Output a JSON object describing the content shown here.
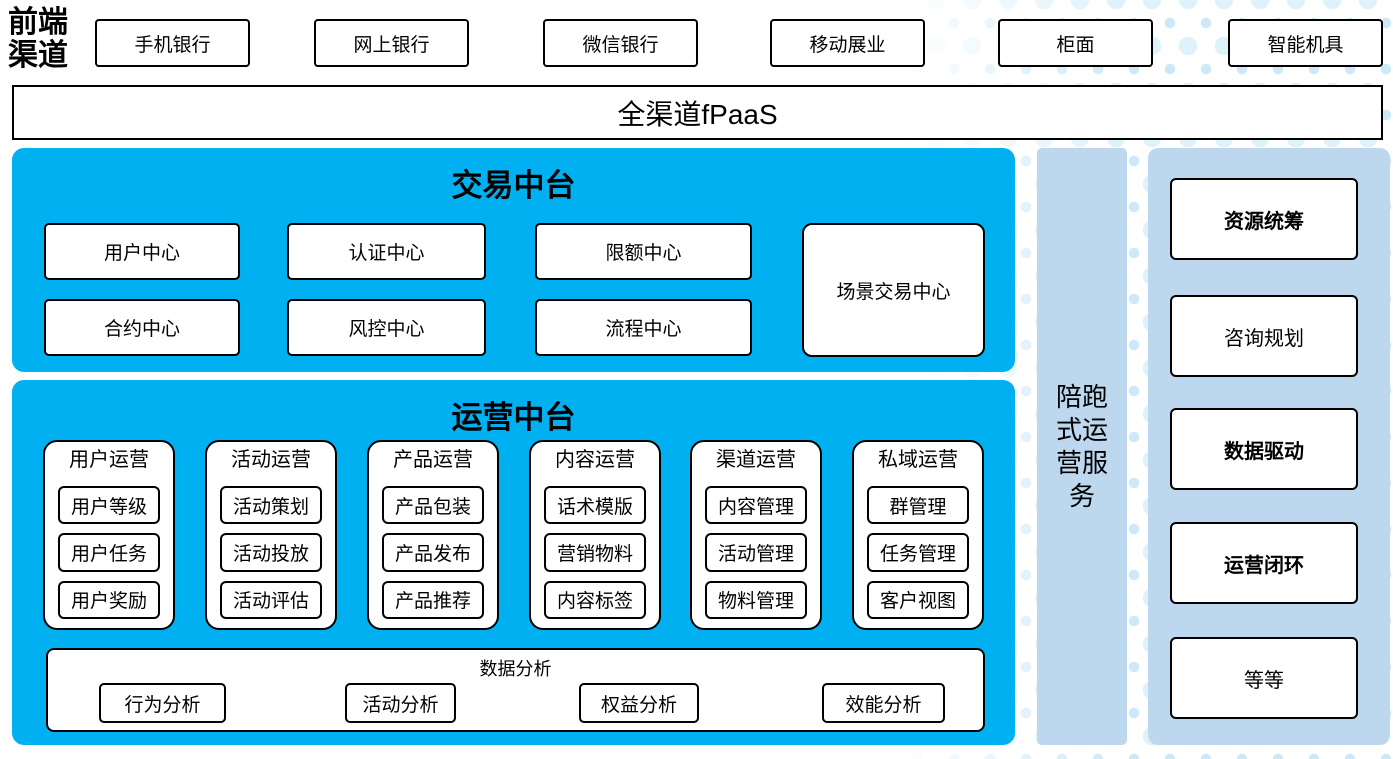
{
  "front_channels": {
    "label": "前端渠道",
    "items": [
      "手机银行",
      "网上银行",
      "微信银行",
      "移动展业",
      "柜面",
      "智能机具"
    ]
  },
  "fpaas_bar": {
    "label": "全渠道fPaaS"
  },
  "trade_platform": {
    "title": "交易中台",
    "centers": [
      "用户中心",
      "认证中心",
      "限额中心",
      "合约中心",
      "风控中心",
      "流程中心"
    ],
    "scene_center": "场景交易中心"
  },
  "operation_platform": {
    "title": "运营中台",
    "columns": [
      {
        "title": "用户运营",
        "items": [
          "用户等级",
          "用户任务",
          "用户奖励"
        ]
      },
      {
        "title": "活动运营",
        "items": [
          "活动策划",
          "活动投放",
          "活动评估"
        ]
      },
      {
        "title": "产品运营",
        "items": [
          "产品包装",
          "产品发布",
          "产品推荐"
        ]
      },
      {
        "title": "内容运营",
        "items": [
          "话术模版",
          "营销物料",
          "内容标签"
        ]
      },
      {
        "title": "渠道运营",
        "items": [
          "内容管理",
          "活动管理",
          "物料管理"
        ]
      },
      {
        "title": "私域运营",
        "items": [
          "群管理",
          "任务管理",
          "客户视图"
        ]
      }
    ],
    "data_analysis": {
      "title": "数据分析",
      "items": [
        "行为分析",
        "活动分析",
        "权益分析",
        "效能分析"
      ]
    }
  },
  "companion_service": {
    "label": "陪跑式运营服务"
  },
  "right_panel": {
    "items": [
      "资源统筹",
      "咨询规划",
      "数据驱动",
      "运营闭环",
      "等等"
    ]
  },
  "colors": {
    "platform_blue": "#00B0F0",
    "panel_light_blue": "#BDD7EE",
    "dot_light_blue": "#CDE9F8",
    "box_white": "#FFFFFF",
    "border_black": "#000000"
  }
}
